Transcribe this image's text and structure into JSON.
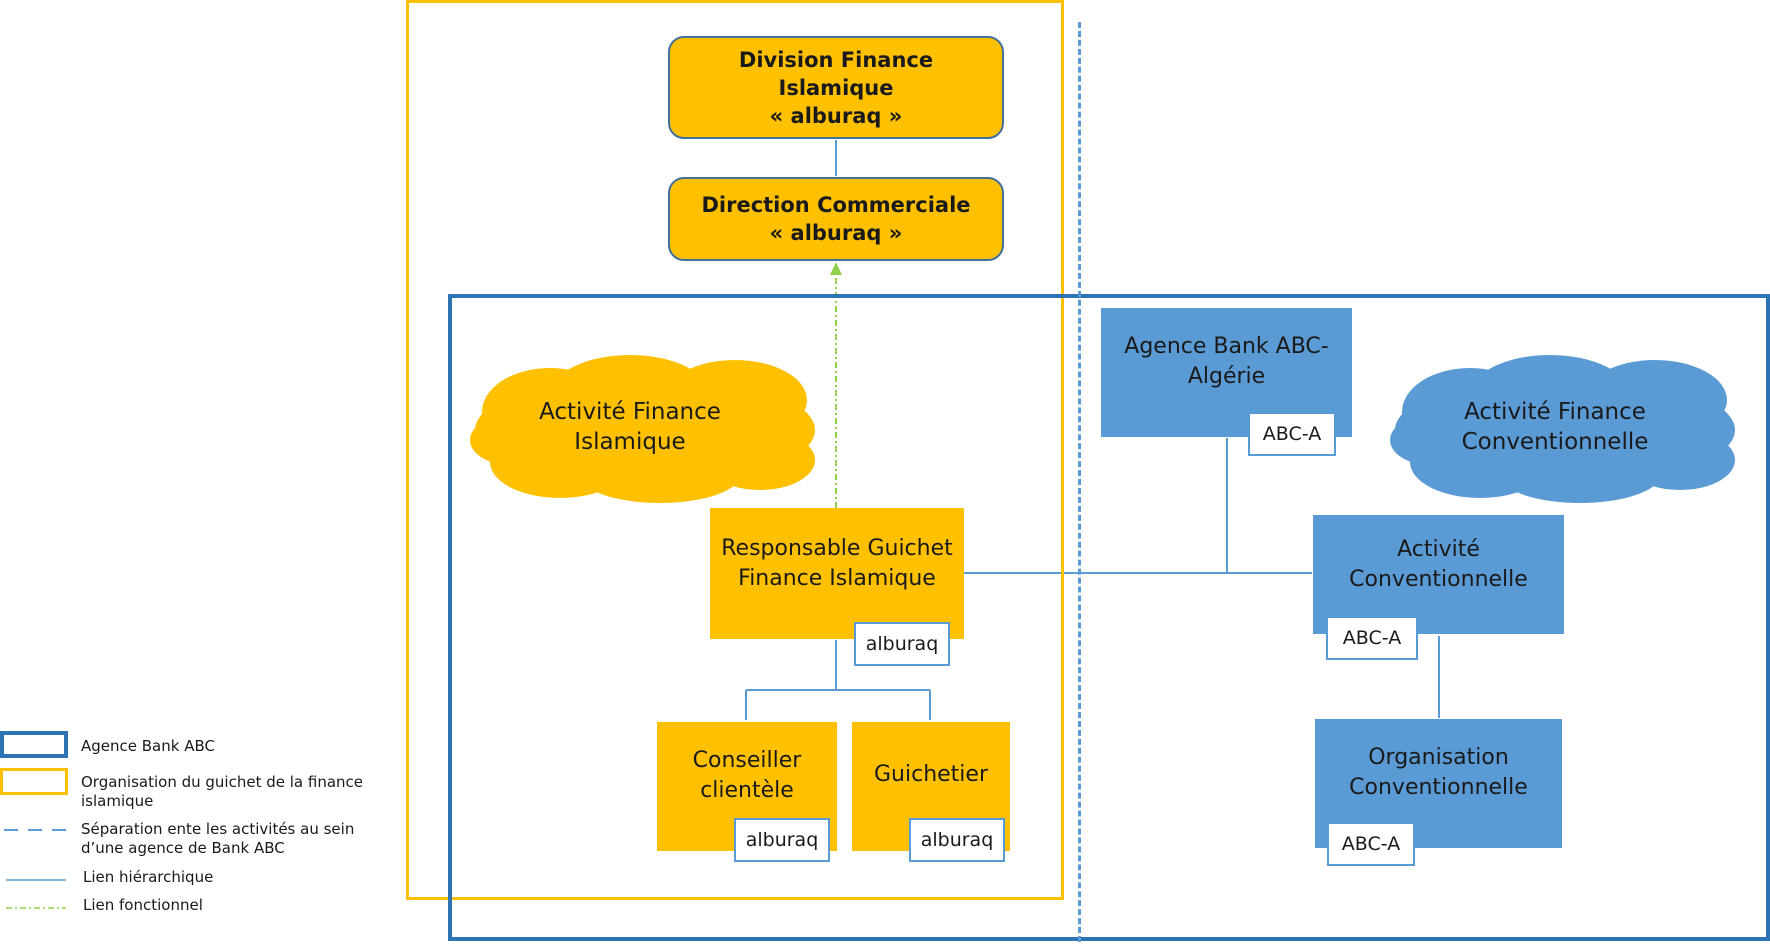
{
  "nodes": {
    "division": "Division Finance Islamique\n« alburaq »",
    "direction": "Direction Commerciale\n« alburaq »",
    "responsable": "Responsable Guichet\nFinance Islamique",
    "conseiller": "Conseiller\nclientèle",
    "guichetier": "Guichetier",
    "agence": "Agence Bank ABC-\nAlgérie",
    "activite_conv": "Activité\nConventionnelle",
    "organisation_conv": "Organisation\nConventionnelle"
  },
  "tags": {
    "alburaq": "alburaq",
    "abc_a": "ABC-A"
  },
  "clouds": {
    "islamique": "Activité Finance\nIslamique",
    "conventionnelle": "Activité Finance\nConventionnelle"
  },
  "legend": {
    "agence_bank": "Agence Bank ABC",
    "organisation_guichet": "Organisation du guichet de la finance\nislamique",
    "separation": "Séparation ente les activités au sein\nd’une agence de Bank ABC",
    "lien_hierarchique": "Lien hiérarchique",
    "lien_fonctionnel": "Lien fonctionnel"
  },
  "colors": {
    "islamic_yellow": "#FFC000",
    "conventional_blue": "#5B9BD5",
    "agency_frame_blue": "#2E74B5",
    "functional_link_green": "#92D050"
  }
}
